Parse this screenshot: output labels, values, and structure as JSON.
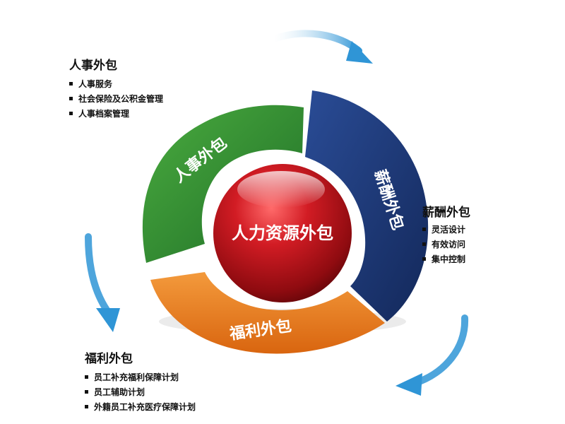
{
  "diagram": {
    "center_label": "人力资源外包",
    "segments": [
      {
        "key": "hr",
        "label": "人事外包",
        "color": "#2e8b34"
      },
      {
        "key": "salary",
        "label": "薪酬外包",
        "color": "#1d3676"
      },
      {
        "key": "welfare",
        "label": "福利外包",
        "color": "#e97d1f"
      }
    ],
    "center_color": "#b5121b",
    "arrow_color": "#2f95d6"
  },
  "panels": {
    "hr": {
      "title": "人事外包",
      "items": [
        "人事服务",
        "社会保险及公积金管理",
        "人事档案管理"
      ]
    },
    "salary": {
      "title": "薪酬外包",
      "items": [
        "灵活设计",
        "有效访问",
        "集中控制"
      ]
    },
    "welfare": {
      "title": "福利外包",
      "items": [
        "员工补充福利保障计划",
        "员工辅助计划",
        "外籍员工补充医疗保障计划"
      ]
    }
  }
}
